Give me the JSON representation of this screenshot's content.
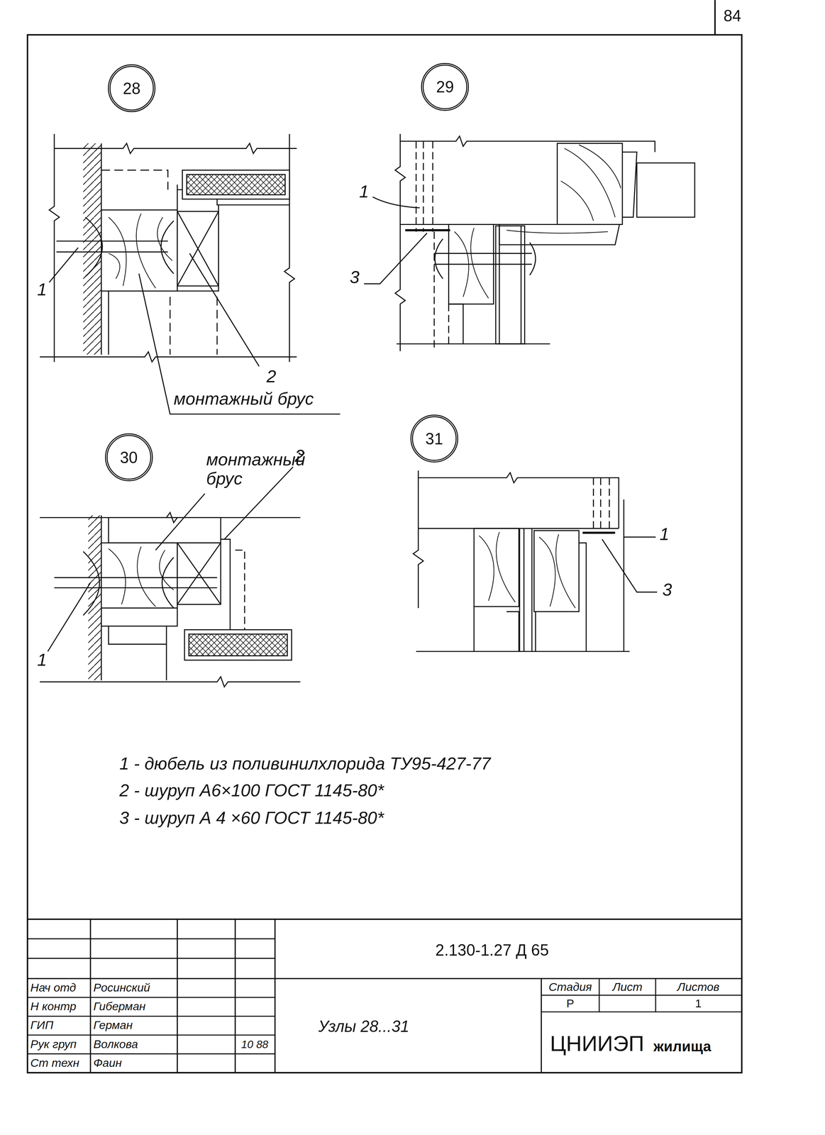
{
  "diagram": {
    "nodes": [
      {
        "text": [
          "28"
        ]
      },
      {
        "text": [
          "29"
        ]
      },
      {
        "text": [
          "30"
        ]
      },
      {
        "text": [
          "31"
        ]
      }
    ],
    "edges": [],
    "labels": [
      "84",
      "1",
      "2",
      "монтажный брус",
      "1",
      "3",
      "монтажный брус",
      "2",
      "1",
      "1",
      "3",
      "1 - дюбель из поливинилхлорида ТУ95-427-77",
      "2 - шуруп А6×100 ГОСТ 1145-80*",
      "3 - шуруп А 4 ×60 ГОСТ 1145-80*",
      "2.130-1.27 Д 65",
      "Нач отд",
      "Росинский",
      "Н контр",
      "Гиберман",
      "ГИП",
      "Герман",
      "Рук груп",
      "Волкова",
      "10 88",
      "Ст техн",
      "Фаин",
      "Узлы 28...31",
      "Стадия",
      "Лист",
      "Листов",
      "Р",
      "1",
      "ЦНИИЭП",
      "жилища"
    ]
  }
}
